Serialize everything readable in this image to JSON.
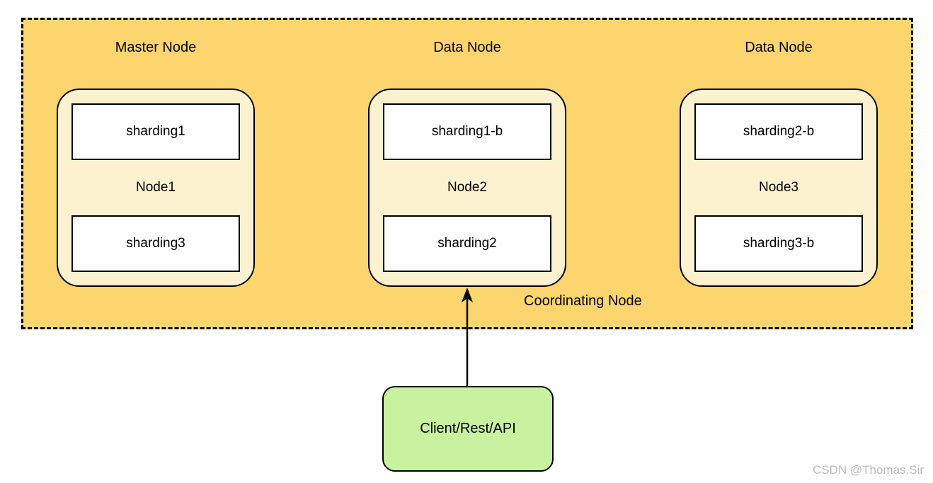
{
  "diagram": {
    "cluster": {
      "coordinating_label": "Coordinating Node"
    },
    "groups": [
      {
        "role": "Master Node",
        "node": "Node1",
        "shards": [
          "sharding1",
          "sharding3"
        ]
      },
      {
        "role": "Data Node",
        "node": "Node2",
        "shards": [
          "sharding1-b",
          "sharding2"
        ]
      },
      {
        "role": "Data Node",
        "node": "Node3",
        "shards": [
          "sharding2-b",
          "sharding3-b"
        ]
      }
    ],
    "client": {
      "label": "Client/Rest/API"
    },
    "watermark": "CSDN @Thomas.Sir",
    "colors": {
      "cluster_fill": "#FCD56F",
      "cluster_border": "#000000",
      "node_fill": "#FDF2D0",
      "node_border": "#000000",
      "shard_fill": "#FFFFFF",
      "shard_border": "#000000",
      "client_fill": "#C8F2A0",
      "client_border": "#000000",
      "arrow": "#000000",
      "text": "#000000",
      "watermark": "#BCBCBC"
    }
  }
}
